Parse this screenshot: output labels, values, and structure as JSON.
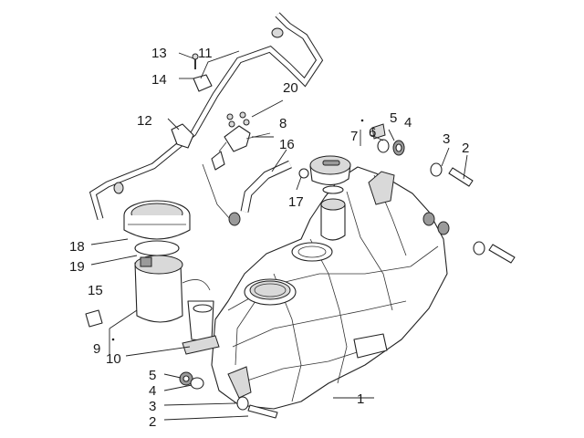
{
  "diagram": {
    "callouts": {
      "n1": "1",
      "n2a": "2",
      "n2b": "2",
      "n3a": "3",
      "n3b": "3",
      "n4a": "4",
      "n4b": "4",
      "n5a": "5",
      "n5b": "5",
      "n6": "6",
      "n7": "7",
      "n8": "8",
      "n9": "9",
      "n10": "10",
      "n11": "11",
      "n12": "12",
      "n13": "13",
      "n14": "14",
      "n15": "15",
      "n16": "16",
      "n17": "17",
      "n18": "18",
      "n19": "19",
      "n20": "20"
    }
  }
}
